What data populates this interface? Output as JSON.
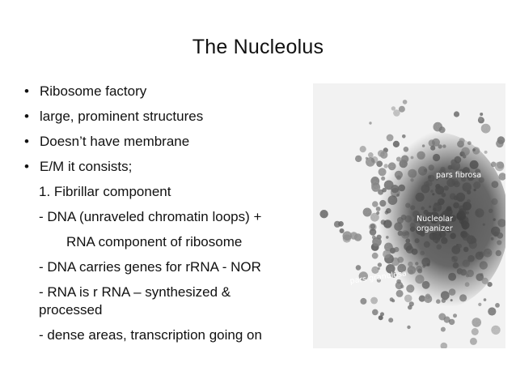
{
  "slide": {
    "title": "The Nucleolus",
    "bullet_symbol": "•",
    "bullets": [
      "Ribosome factory",
      "large, prominent structures",
      "Doesn’t have membrane",
      "E/M it consists;"
    ],
    "sub_lines": [
      "1. Fibrillar component",
      "- DNA (unraveled chromatin loops) +",
      "RNA component of ribosome",
      "- DNA carries genes for rRNA - NOR",
      "- RNA is r RNA – synthesized & processed",
      "- dense areas, transcription going on"
    ]
  },
  "micrograph": {
    "labels": {
      "pars_fibrosa": "pars fibrosa",
      "nucleolar_line1": "Nucleolar",
      "nucleolar_line2": "organizer",
      "pars_granulosa": "pars granulosa"
    }
  }
}
